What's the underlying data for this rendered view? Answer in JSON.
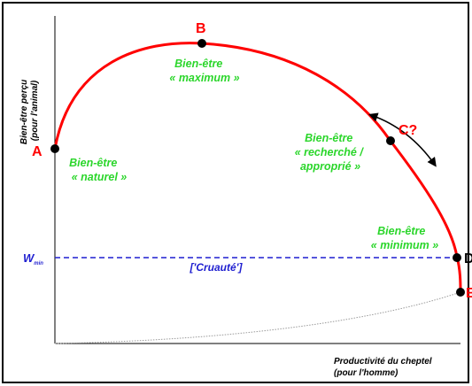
{
  "colors": {
    "curve": "#ff0000",
    "green_text": "#2bd62b",
    "blue": "#1f1fd0",
    "point": "#000000",
    "axis": "#000000",
    "lower_curve": "#9a9a9a"
  },
  "axes": {
    "y_label_line1": "Bien-être perçu",
    "y_label_line2": "(pour l'animal)",
    "x_label_line1": "Productivité du cheptel",
    "x_label_line2": "(pour l'homme)"
  },
  "points": {
    "a": "A",
    "b": "B",
    "c": "C?",
    "d": "D",
    "e": "E"
  },
  "annotations": {
    "natural_line1": "Bien-être",
    "natural_line2": "« naturel »",
    "maximum_line1": "Bien-être",
    "maximum_line2": "« maximum »",
    "sought_line1": "Bien-être",
    "sought_line2": "« recherché /",
    "sought_line3": "approprié »",
    "minimum_line1": "Bien-être",
    "minimum_line2": "« minimum »"
  },
  "threshold": {
    "w_letter": "W",
    "w_subscript": "min",
    "cruelty_label": "['Cruauté']"
  }
}
